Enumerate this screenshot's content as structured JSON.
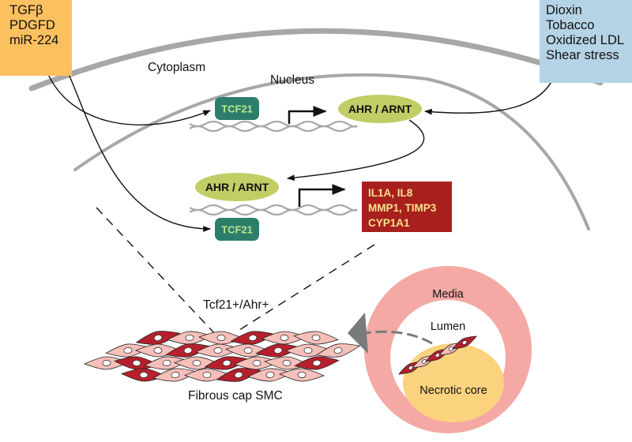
{
  "inducers_left": [
    "TGFβ",
    "PDGFD",
    "miR-224"
  ],
  "inducers_right": [
    "Dioxin",
    "Tobacco",
    "Oxidized LDL",
    "Shear stress"
  ],
  "compartments": {
    "cytoplasm": "Cytoplasm",
    "nucleus": "Nucleus"
  },
  "factors": {
    "tcf21": "TCF21",
    "ahr_arnt": "AHR / ARNT"
  },
  "target_genes": [
    "IL1A, IL8",
    "MMP1, TIMP3",
    "CYP1A1"
  ],
  "cell_label": "Tcf21+/Ahr+",
  "cap_label": "Fibrous cap SMC",
  "vessel": {
    "media": "Media",
    "lumen": "Lumen",
    "core": "Necrotic core"
  },
  "colors": {
    "membrane": "#9b9b9b",
    "tcf21_fill": "#2d7d6b",
    "tcf21_text": "#b9e58a",
    "ahr_fill": "#c2cd65",
    "gene_box": "#a8201e",
    "gene_text": "#f7e28c",
    "media": "#f4a9a5",
    "core": "#fbd27e",
    "smc_dark": "#b71f2c",
    "smc_light": "#f7bfba"
  }
}
